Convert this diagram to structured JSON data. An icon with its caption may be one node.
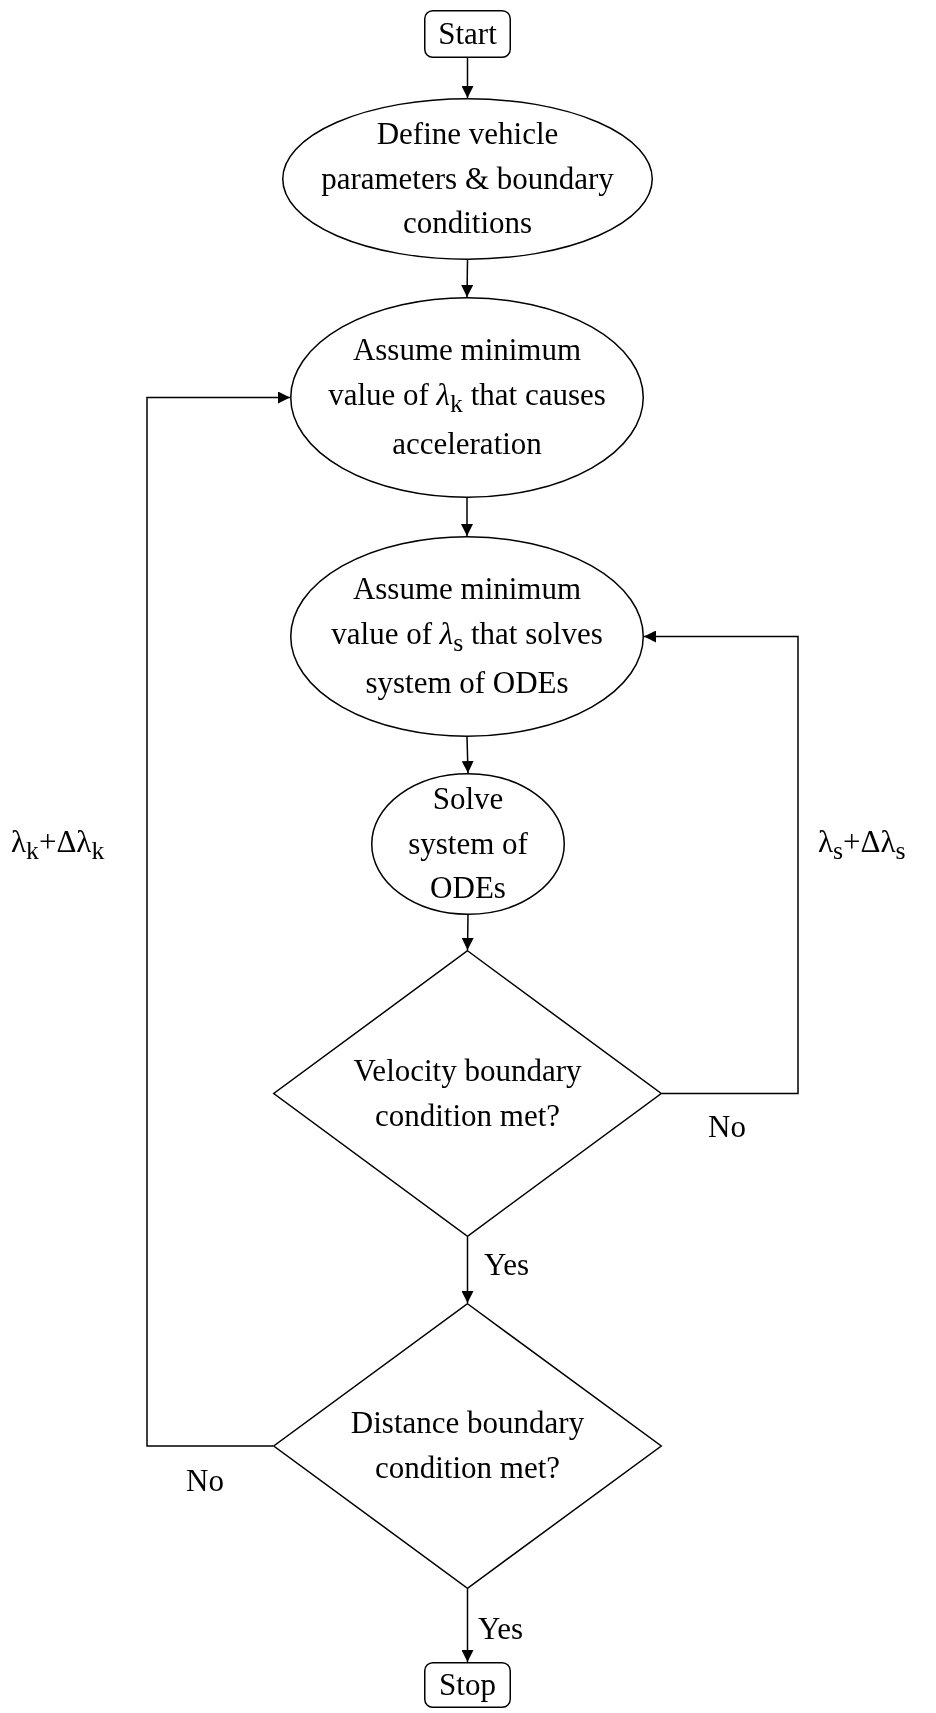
{
  "diagram": {
    "nodes": [
      {
        "text": [
          "Start"
        ]
      },
      {
        "text": [
          "Define vehicle parameters & boundary conditions"
        ]
      },
      {
        "text": [
          "Assume minimum value of *λ*$_{k}$ that causes acceleration"
        ]
      },
      {
        "text": [
          "Assume minimum value of *λ*$_{s}$ that solves system of ODEs"
        ]
      },
      {
        "text": [
          "Solve system of ODEs"
        ]
      },
      {
        "text": [
          "Velocity boundary condition met?"
        ]
      },
      {
        "text": [
          "Distance boundary condition met?"
        ]
      },
      {
        "text": [
          "Stop"
        ]
      }
    ],
    "edges": [
      {
        "from": 0,
        "to": 1,
        "arrow": "to"
      },
      {
        "from": 1,
        "to": 2,
        "arrow": "to"
      },
      {
        "from": 2,
        "to": 3,
        "arrow": "to"
      },
      {
        "from": 3,
        "to": 4,
        "arrow": "to"
      },
      {
        "from": 4,
        "to": 5,
        "arrow": "to"
      },
      {
        "from": 5,
        "to": 6,
        "label": "Yes",
        "arrow": "to"
      },
      {
        "from": 5,
        "to": 3,
        "label": "No",
        "arrow": "to"
      },
      {
        "from": 6,
        "to": 7,
        "label": "Yes",
        "arrow": "to"
      },
      {
        "from": 6,
        "to": 2,
        "label": "No",
        "arrow": "to"
      }
    ],
    "labels": [
      "λ$_{k}$+Δλ$_{k}$",
      "λ$_{s}$+Δλ$_{s}$"
    ]
  }
}
